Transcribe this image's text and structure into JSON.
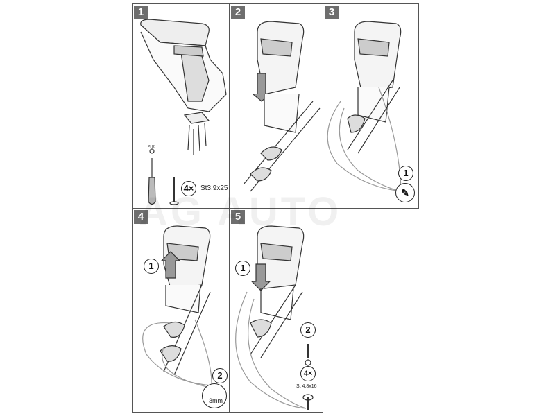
{
  "steps": [
    {
      "number": "1",
      "tool_label": "PH2",
      "quantity": "4×",
      "screw_spec": "St3.9x25"
    },
    {
      "number": "2"
    },
    {
      "number": "3",
      "callout": "1"
    },
    {
      "number": "4",
      "callout_1": "1",
      "callout_2": "2",
      "drill_size": "3mm"
    },
    {
      "number": "5",
      "callout_1": "1",
      "callout_2": "2",
      "quantity": "4×",
      "screw_spec": "St 4,8x16"
    }
  ],
  "watermark": "AG AUTO"
}
